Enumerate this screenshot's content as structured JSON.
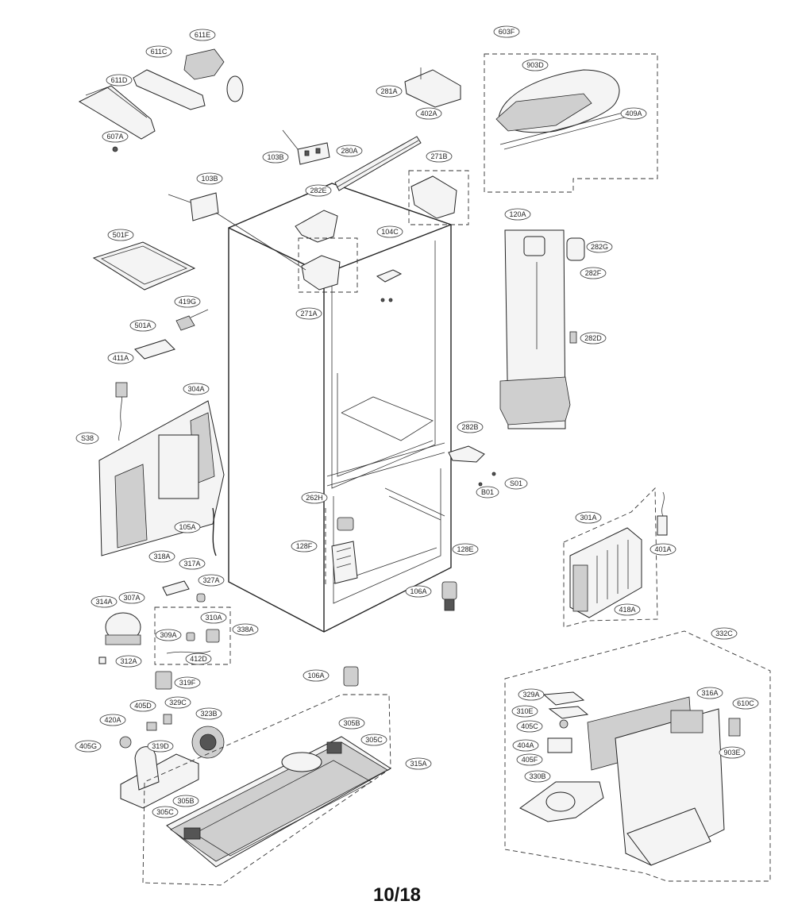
{
  "page_number": "10/18",
  "part_labels": {
    "p611E": "611E",
    "p611C": "611C",
    "p611D": "611D",
    "p607A": "607A",
    "p603F": "603F",
    "p903D": "903D",
    "p409A": "409A",
    "p281A": "281A",
    "p402A": "402A",
    "p103B_top": "103B",
    "p280A": "280A",
    "p271B": "271B",
    "p103B": "103B",
    "p282E": "282E",
    "p501F": "501F",
    "p104C": "104C",
    "p419G": "419G",
    "p501A": "501A",
    "p411A": "411A",
    "p271A": "271A",
    "p120A": "120A",
    "p282G": "282G",
    "p282F": "282F",
    "p282D": "282D",
    "p304A": "304A",
    "pS38": "S38",
    "p282B": "282B",
    "pS01": "S01",
    "pB01": "B01",
    "p262H": "262H",
    "p105A": "105A",
    "p128F": "128F",
    "p128E": "128E",
    "p301A": "301A",
    "p401A": "401A",
    "p318A": "318A",
    "p317A": "317A",
    "p327A": "327A",
    "p106A": "106A",
    "p418A": "418A",
    "p314A": "314A",
    "p307A": "307A",
    "p310A": "310A",
    "p338A": "338A",
    "p309A": "309A",
    "p312A": "312A",
    "p412D": "412D",
    "p332C": "332C",
    "p319F": "319F",
    "p106A_2": "106A",
    "p405D": "405D",
    "p329C": "329C",
    "p420A": "420A",
    "p323B": "323B",
    "p305B": "305B",
    "p305C": "305C",
    "p405G": "405G",
    "p319D": "319D",
    "p315A": "315A",
    "p305B_2": "305B",
    "p305C_2": "305C",
    "p329A": "329A",
    "p316A": "316A",
    "p310E": "310E",
    "p610C": "610C",
    "p405C": "405C",
    "p404A": "404A",
    "p903E": "903E",
    "p405F": "405F",
    "p330B": "330B"
  }
}
